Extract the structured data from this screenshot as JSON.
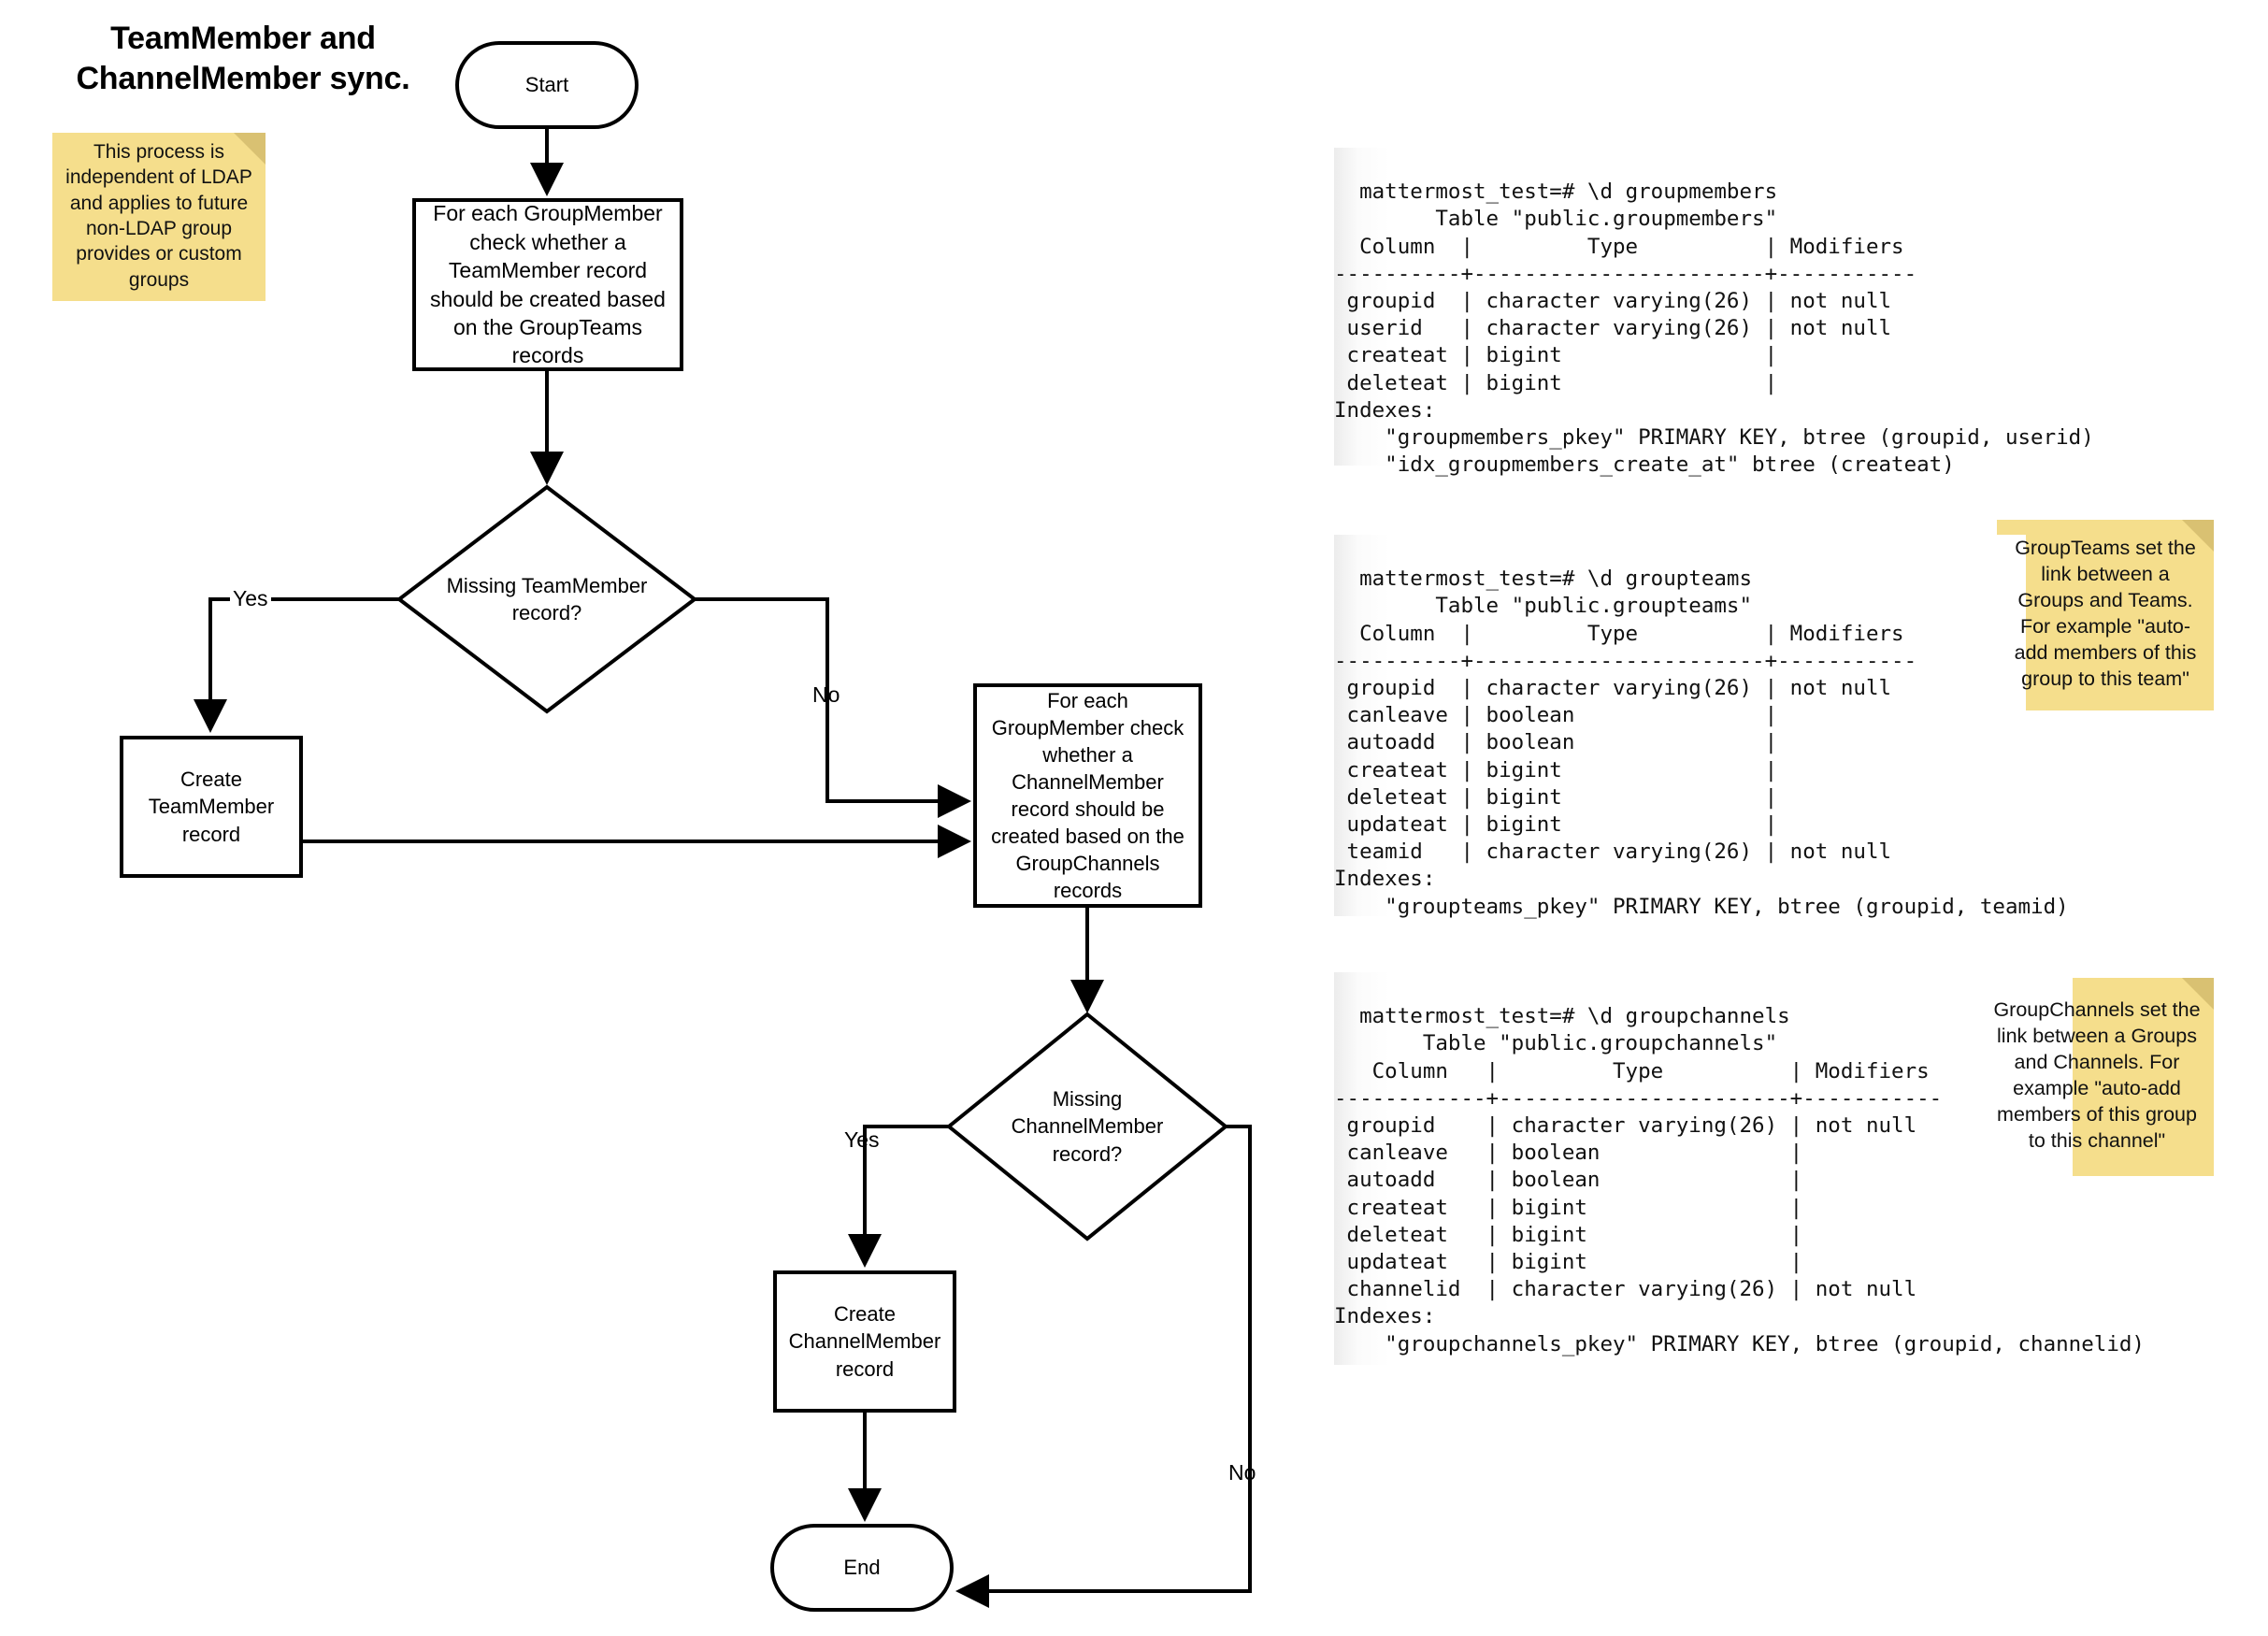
{
  "title": {
    "line1": "TeamMember and",
    "line2": "ChannelMember sync."
  },
  "notes": [
    {
      "id": "note-ldap",
      "text": "This process is independent of LDAP and applies to future non-LDAP group provides or custom groups"
    },
    {
      "id": "note-groupteams",
      "text": "GroupTeams set the link between a Groups and Teams. For example \"auto-add members of this group to this team\""
    },
    {
      "id": "note-groupchannels",
      "text": "GroupChannels set the link between a Groups and Channels. For example \"auto-add members of this group to this channel\""
    }
  ],
  "flow": {
    "start": "Start",
    "end": "End",
    "process_teammember": "For each GroupMember check whether a TeamMember record should be created based on the GroupTeams records",
    "decision_teammember": "Missing TeamMember record?",
    "create_teammember": "Create TeamMember record",
    "process_channelmember": "For each GroupMember check whether a ChannelMember record should be created based on the GroupChannels records",
    "decision_channelmember": "Missing ChannelMember record?",
    "create_channelmember": "Create ChannelMember record",
    "labels": {
      "yes1": "Yes",
      "no1": "No",
      "yes2": "Yes",
      "no2": "No"
    }
  },
  "terminals": [
    {
      "id": "groupmembers",
      "lines": [
        "mattermost_test=# \\d groupmembers",
        "        Table \"public.groupmembers\"",
        "  Column  |         Type          | Modifiers",
        "----------+-----------------------+-----------",
        " groupid  | character varying(26) | not null",
        " userid   | character varying(26) | not null",
        " createat | bigint                |",
        " deleteat | bigint                |",
        "Indexes:",
        "    \"groupmembers_pkey\" PRIMARY KEY, btree (groupid, userid)",
        "    \"idx_groupmembers_create_at\" btree (createat)"
      ]
    },
    {
      "id": "groupteams",
      "lines": [
        "mattermost_test=# \\d groupteams",
        "        Table \"public.groupteams\"",
        "  Column  |         Type          | Modifiers",
        "----------+-----------------------+-----------",
        " groupid  | character varying(26) | not null",
        " canleave | boolean               |",
        " autoadd  | boolean               |",
        " createat | bigint                |",
        " deleteat | bigint                |",
        " updateat | bigint                |",
        " teamid   | character varying(26) | not null",
        "Indexes:",
        "    \"groupteams_pkey\" PRIMARY KEY, btree (groupid, teamid)"
      ]
    },
    {
      "id": "groupchannels",
      "lines": [
        "mattermost_test=# \\d groupchannels",
        "       Table \"public.groupchannels\"",
        "   Column   |         Type          | Modifiers",
        "------------+-----------------------+-----------",
        " groupid    | character varying(26) | not null",
        " canleave   | boolean               |",
        " autoadd    | boolean               |",
        " createat   | bigint                |",
        " deleteat   | bigint                |",
        " updateat   | bigint                |",
        " channelid  | character varying(26) | not null",
        "Indexes:",
        "    \"groupchannels_pkey\" PRIMARY KEY, btree (groupid, channelid)"
      ]
    }
  ],
  "colors": {
    "note_fill": "#f5de8c",
    "note_fold": "#d9c172",
    "stroke": "#000000",
    "shape_fill": "#ffffff",
    "terminal_bg": "#f2f2f2"
  }
}
